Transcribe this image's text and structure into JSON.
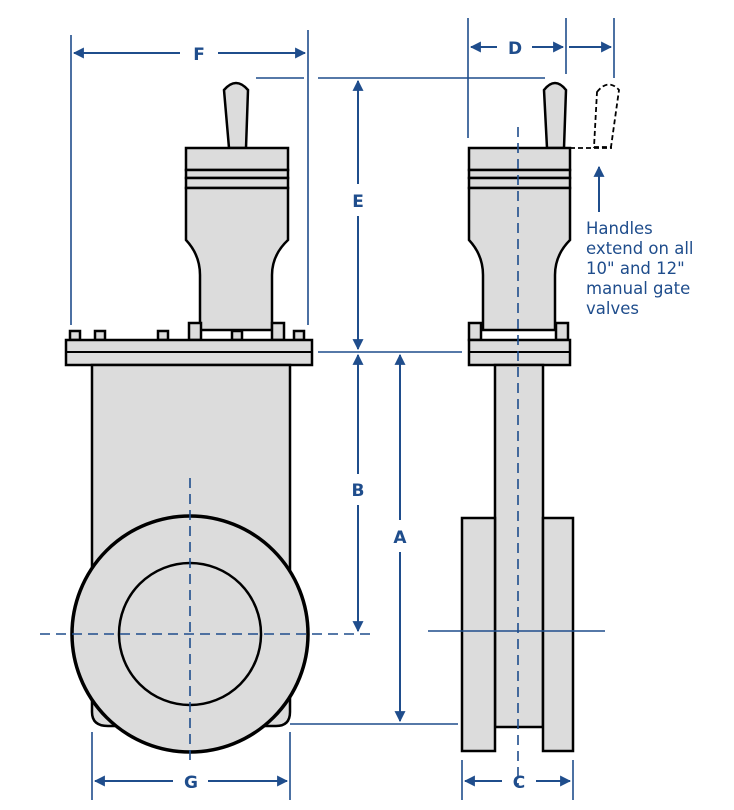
{
  "colors": {
    "outline": "#000000",
    "body_fill": "#dcdcdc",
    "dimension": "#1f4d8c",
    "background": "#ffffff"
  },
  "dimension_labels": {
    "f": "F",
    "d": "D",
    "e": "E",
    "b": "B",
    "a": "A",
    "g": "G",
    "c": "C"
  },
  "note_lines": [
    "Handles",
    "extend on all",
    "10\" and 12\"",
    "manual gate",
    "valves"
  ]
}
